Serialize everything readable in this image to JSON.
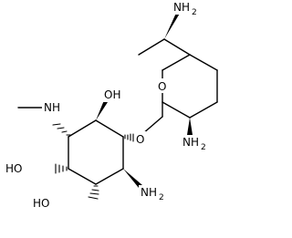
{
  "diagram": {
    "type": "structural-formula",
    "labels": {
      "amine_top": {
        "main": "NH",
        "sub": "2"
      },
      "ring_oxygen": "O",
      "amine_right": {
        "main": "NH",
        "sub": "2"
      },
      "glycosidic_oxygen": "O",
      "methylamine": {
        "main": "NH"
      },
      "hydroxyl_top": "OH",
      "hydroxyl_left": "HO",
      "hydroxyl_bottom": "HO",
      "amine_bottom": {
        "main": "NH",
        "sub": "2"
      }
    }
  }
}
